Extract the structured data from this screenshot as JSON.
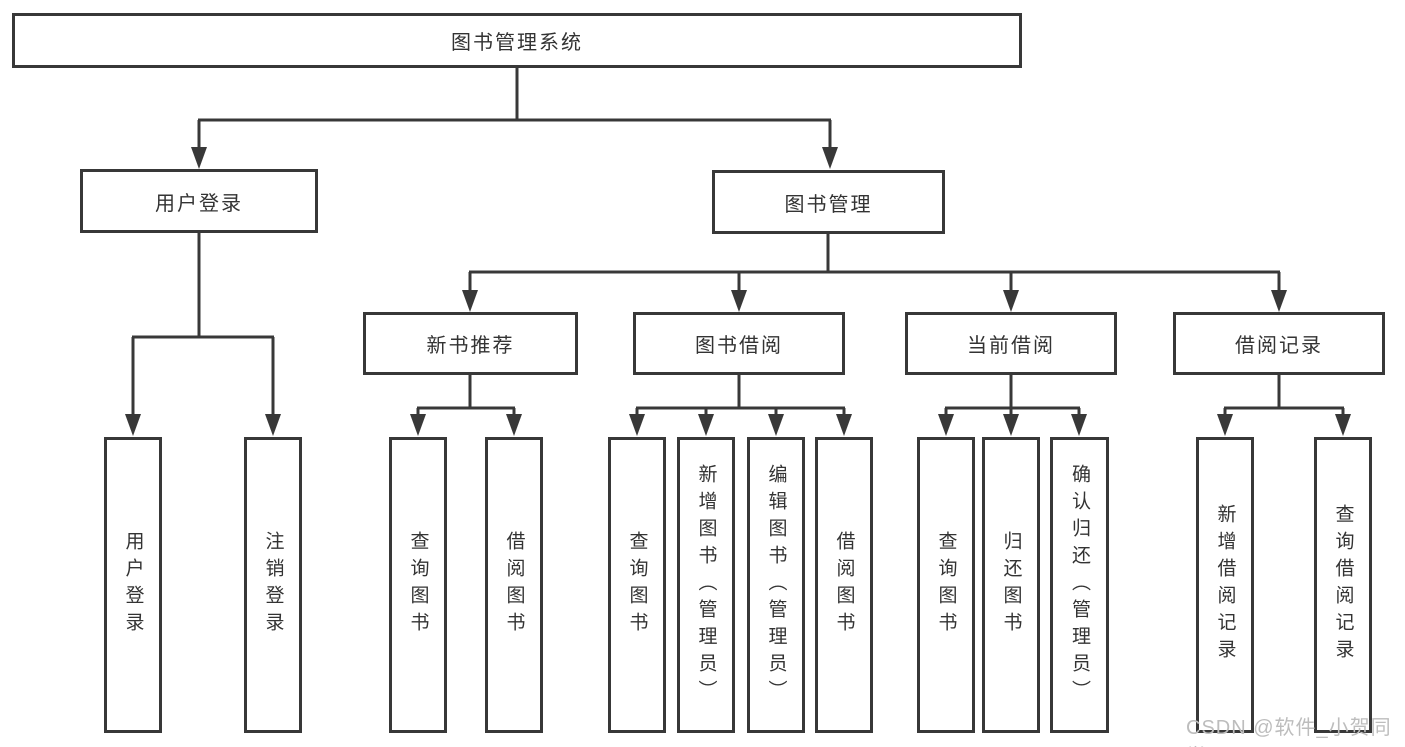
{
  "diagram": {
    "title": "图书管理系统",
    "root": {
      "label": "图书管理系统",
      "children": [
        {
          "label": "用户登录",
          "children": [
            {
              "label": "用户登录"
            },
            {
              "label": "注销登录"
            }
          ]
        },
        {
          "label": "图书管理",
          "children": [
            {
              "label": "新书推荐",
              "children": [
                {
                  "label": "查询图书"
                },
                {
                  "label": "借阅图书"
                }
              ]
            },
            {
              "label": "图书借阅",
              "children": [
                {
                  "label": "查询图书"
                },
                {
                  "label": "新增图书（管理员）"
                },
                {
                  "label": "编辑图书（管理员）"
                },
                {
                  "label": "借阅图书"
                }
              ]
            },
            {
              "label": "当前借阅",
              "children": [
                {
                  "label": "查询图书"
                },
                {
                  "label": "归还图书"
                },
                {
                  "label": "确认归还（管理员）"
                }
              ]
            },
            {
              "label": "借阅记录",
              "children": [
                {
                  "label": "新增借阅记录"
                },
                {
                  "label": "查询借阅记录"
                }
              ]
            }
          ]
        }
      ]
    }
  },
  "watermark": "CSDN @软件_小贺同学",
  "colors": {
    "background": "#ffffff",
    "line": "#383838",
    "box_border": "#383838",
    "box_fill": "#ffffff",
    "text": "#333333",
    "watermark": "#bdbdbd"
  }
}
